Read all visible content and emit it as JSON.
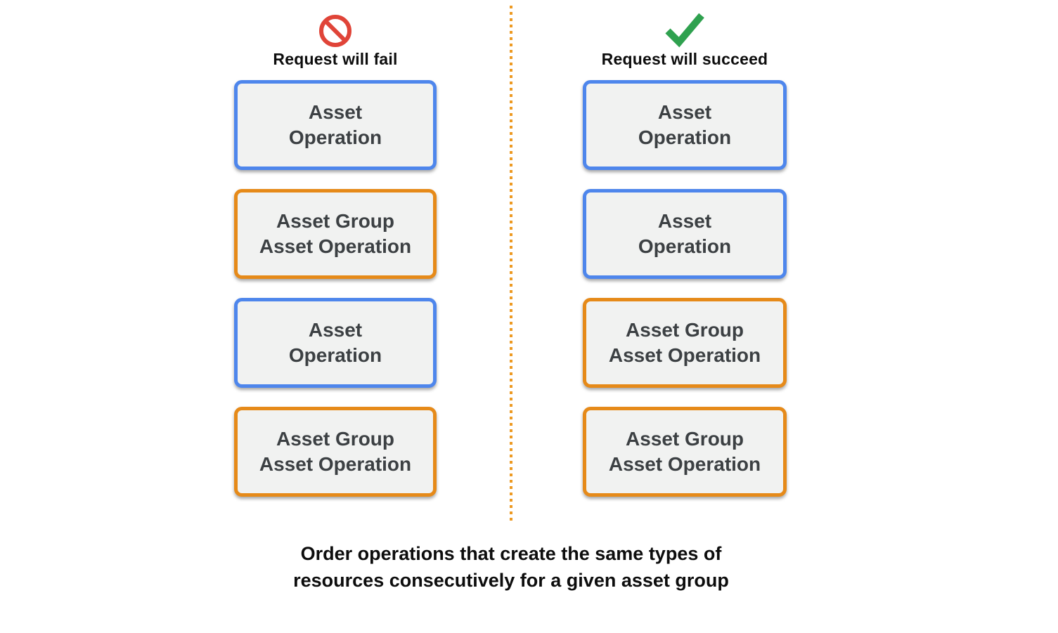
{
  "columns": [
    {
      "id": "fail",
      "icon": "prohibited-icon",
      "label": "Request will fail",
      "boxes": [
        {
          "type": "asset-operation",
          "lines": [
            "Asset",
            "Operation"
          ]
        },
        {
          "type": "asset-group-asset-operation",
          "lines": [
            "Asset Group",
            "Asset Operation"
          ]
        },
        {
          "type": "asset-operation",
          "lines": [
            "Asset",
            "Operation"
          ]
        },
        {
          "type": "asset-group-asset-operation",
          "lines": [
            "Asset Group",
            "Asset Operation"
          ]
        }
      ]
    },
    {
      "id": "succeed",
      "icon": "checkmark-icon",
      "label": "Request will succeed",
      "boxes": [
        {
          "type": "asset-operation",
          "lines": [
            "Asset",
            "Operation"
          ]
        },
        {
          "type": "asset-operation",
          "lines": [
            "Asset",
            "Operation"
          ]
        },
        {
          "type": "asset-group-asset-operation",
          "lines": [
            "Asset Group",
            "Asset Operation"
          ]
        },
        {
          "type": "asset-group-asset-operation",
          "lines": [
            "Asset Group",
            "Asset Operation"
          ]
        }
      ]
    }
  ],
  "caption": {
    "lines": [
      "Order operations that create the same types of",
      "resources consecutively for a given asset group"
    ]
  },
  "colors": {
    "asset_operation_border": "#4e86ec",
    "asset_group_asset_operation_border": "#e68a19",
    "box_background": "#f1f2f1",
    "box_text": "#3c4043",
    "fail_icon_red": "#e04438",
    "success_icon_green": "#2fa14f",
    "divider_dot_orange": "#ed9a23",
    "heading_text": "#0d0d0d"
  }
}
